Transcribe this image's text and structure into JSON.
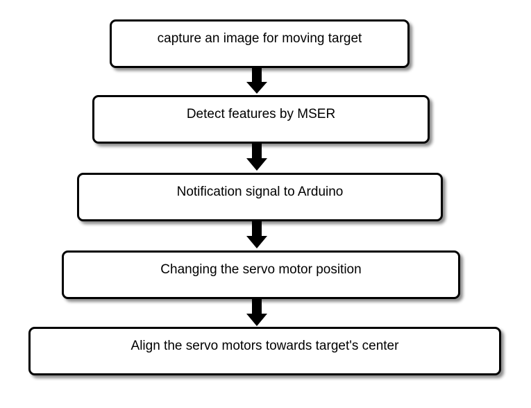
{
  "flowchart": {
    "steps": [
      {
        "label": "capture an image for moving target"
      },
      {
        "label": "Detect features by MSER"
      },
      {
        "label": "Notification signal to Arduino"
      },
      {
        "label": "Changing the servo motor position"
      },
      {
        "label": "Align the servo motors towards target's center"
      }
    ],
    "colors": {
      "box_border": "#000000",
      "box_fill": "#ffffff",
      "arrow": "#000000",
      "text": "#000000"
    }
  }
}
